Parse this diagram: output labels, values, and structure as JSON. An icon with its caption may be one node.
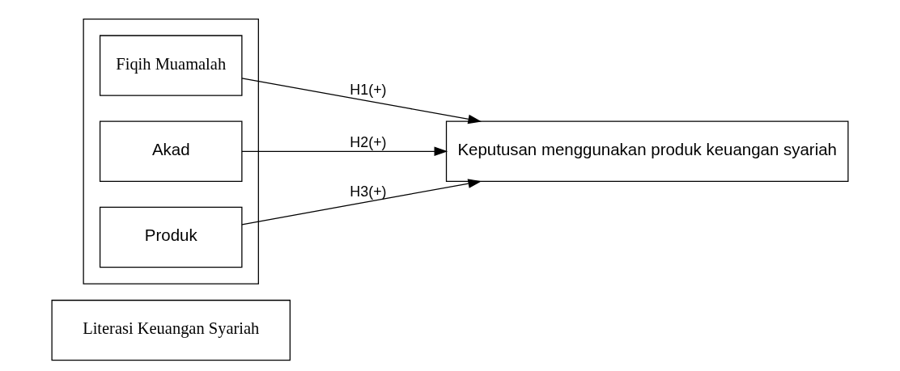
{
  "diagram": {
    "nodes": [
      {
        "text": [
          "Literasi Keuangan Syariah"
        ]
      },
      {
        "text": [],
        "shape": "box"
      },
      {
        "text": [
          "Fiqih Muamalah"
        ],
        "in": 1
      },
      {
        "text": [
          "Akad"
        ],
        "in": 1
      },
      {
        "text": [
          "Produk"
        ],
        "in": 1
      },
      {
        "text": [
          "Keputusan menggunakan produk keuangan syariah"
        ]
      }
    ],
    "edges": [
      {
        "from": 2,
        "to": 5,
        "arrow": "to",
        "label": "H1(+)"
      },
      {
        "from": 3,
        "to": 5,
        "arrow": "to",
        "label": "H2(+)"
      },
      {
        "from": 4,
        "to": 5,
        "arrow": "to",
        "label": "H3(+)"
      }
    ]
  }
}
